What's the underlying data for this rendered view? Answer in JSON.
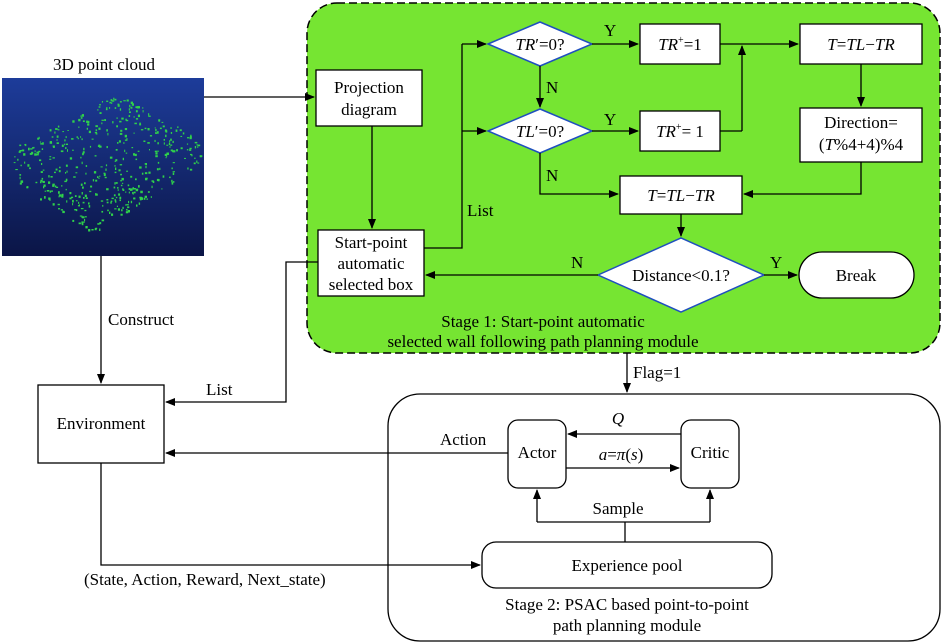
{
  "colors": {
    "stage1_fill": "#76e532",
    "cloud_bg_top": "#1d3c9a",
    "cloud_bg_bottom": "#0b1546",
    "cloud_points": "#2fd24a",
    "diamond_stroke": "#1f4fbf"
  },
  "cloud": {
    "title": "3D point cloud"
  },
  "stage1": {
    "caption_line1": "Stage 1: Start-point automatic",
    "caption_line2": "selected wall following path planning module",
    "projection_l1": "Projection",
    "projection_l2": "diagram",
    "startbox_l1": "Start-point",
    "startbox_l2": "automatic",
    "startbox_l3": "selected box",
    "list_label": "List",
    "cond1": {
      "a": "TR",
      "b": "′=0?"
    },
    "cond2": {
      "a": "TL",
      "b": "′=0?"
    },
    "set1": {
      "a": "TR",
      "b": "+",
      "c": "=1"
    },
    "set2": {
      "a": "TR",
      "b": "+",
      "c": "= 1"
    },
    "assign_top": {
      "a": "T",
      "b": "=",
      "c": "TL",
      "d": "−",
      "e": "TR"
    },
    "assign_mid": {
      "a": "T",
      "b": "=",
      "c": "TL",
      "d": "−",
      "e": "TR"
    },
    "direction_l1": "Direction=",
    "direction_l2": {
      "a": "(",
      "b": "T",
      "c": "%4+4)%4"
    },
    "distance": "Distance<0.1?",
    "break": "Break",
    "yes": "Y",
    "no": "N"
  },
  "construct_label": "Construct",
  "environment": "Environment",
  "list_label_env": "List",
  "flag_label": "Flag=1",
  "action_label": "Action",
  "tuple_label": "(State, Action, Reward, Next_state)",
  "stage2": {
    "actor": "Actor",
    "critic": "Critic",
    "q_label": "Q",
    "policy": {
      "a": "a",
      "b": "=",
      "c": "π",
      "d": "(",
      "e": "s",
      "f": ")"
    },
    "sample": "Sample",
    "pool": "Experience pool",
    "caption_line1": "Stage 2: PSAC based point-to-point",
    "caption_line2": "path planning module"
  }
}
